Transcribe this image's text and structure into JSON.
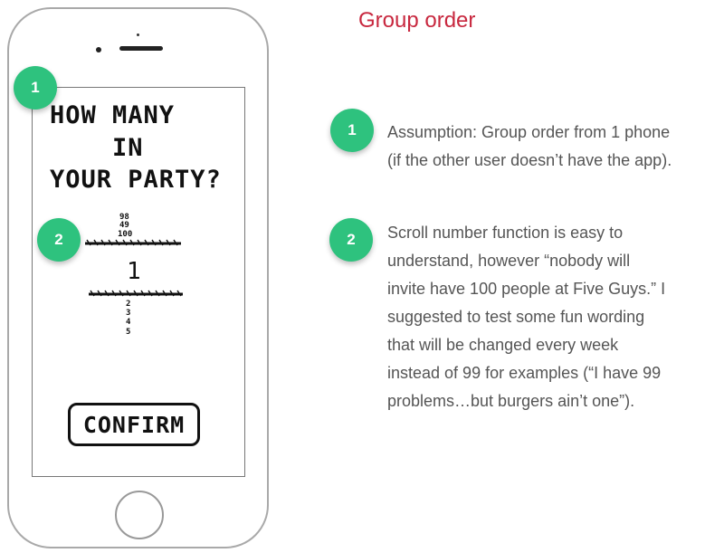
{
  "title": "Group order",
  "phone": {
    "question_line1": "HOW MANY",
    "question_line2": "IN",
    "question_line3": "YOUR PARTY?",
    "picker_above": [
      "98",
      "49",
      "100"
    ],
    "picker_selected": "1",
    "picker_below": [
      "2",
      "3",
      "4",
      "5"
    ],
    "confirm_label": "CONFIRM"
  },
  "badges": {
    "screen_1": "1",
    "screen_2": "2"
  },
  "notes": [
    {
      "number": "1",
      "lines": [
        "Assumption: Group order from 1 phone",
        "(if the other user doesn’t have the app)."
      ]
    },
    {
      "number": "2",
      "lines": [
        "Scroll number function is easy to",
        "understand, however “nobody will",
        "invite have 100 people at Five Guys.” I",
        "suggested to test some fun wording",
        "that will be changed every week",
        "instead of 99 for examples (“I have 99",
        "problems…but burgers ain’t one”)."
      ]
    }
  ],
  "colors": {
    "accent_green": "#2ec27e",
    "title_red": "#c8283f"
  }
}
